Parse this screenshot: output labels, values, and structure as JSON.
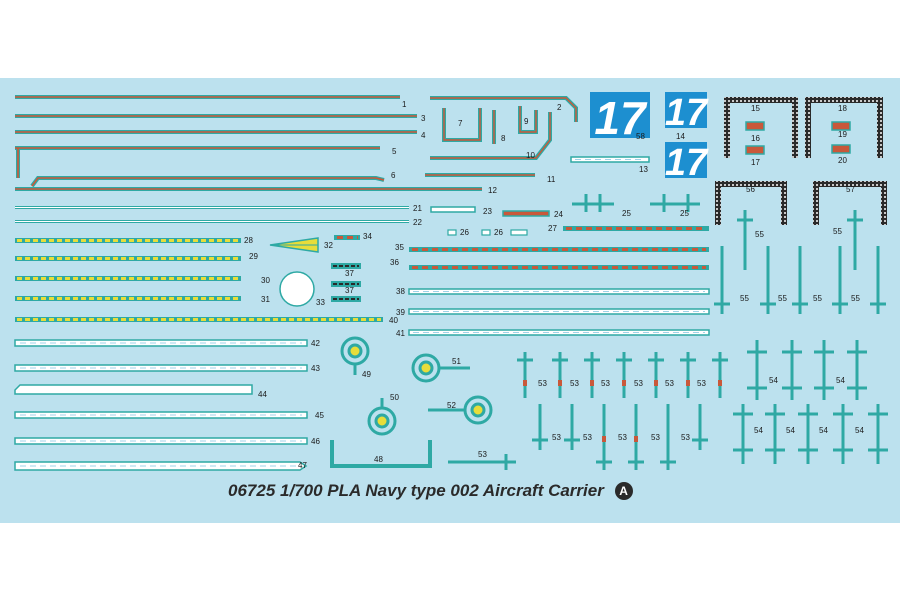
{
  "sheet": {
    "product_number": "06725",
    "scale": "1/700",
    "title": "PLA Navy type 002 Aircraft Carrier",
    "sheet_letter": "A"
  },
  "colors": {
    "background": "#bce1ee",
    "decal_teal": "#2ea9a4",
    "stripe_red": "#c9583a",
    "stripe_yellow": "#e7dd3a",
    "stripe_white": "#ffffff",
    "hull_number_blue": "#1d8fd0",
    "caption_text": "#2a2a2a"
  },
  "hull_numbers": {
    "large": "17"
  },
  "decals": {
    "n1": "1",
    "n2": "2",
    "n3": "3",
    "n4": "4",
    "n5": "5",
    "n6": "6",
    "n7": "7",
    "n8": "8",
    "n9": "9",
    "n10": "10",
    "n11": "11",
    "n12": "12",
    "n13": "13",
    "n14": "14",
    "n15": "15",
    "n16": "16",
    "n17": "17",
    "n18": "18",
    "n19": "19",
    "n20": "20",
    "n21": "21",
    "n22": "22",
    "n23": "23",
    "n24": "24",
    "n25": "25",
    "n26": "26",
    "n27": "27",
    "n28": "28",
    "n29": "29",
    "n30": "30",
    "n31": "31",
    "n32": "32",
    "n33": "33",
    "n34": "34",
    "n35": "35",
    "n36": "36",
    "n37": "37",
    "n38": "38",
    "n39": "39",
    "n40": "40",
    "n41": "41",
    "n42": "42",
    "n43": "43",
    "n44": "44",
    "n45": "45",
    "n46": "46",
    "n47": "47",
    "n48": "48",
    "n49": "49",
    "n50": "50",
    "n51": "51",
    "n52": "52",
    "n53": "53",
    "n54": "54",
    "n55": "55",
    "n56": "56",
    "n57": "57",
    "n58": "58"
  }
}
